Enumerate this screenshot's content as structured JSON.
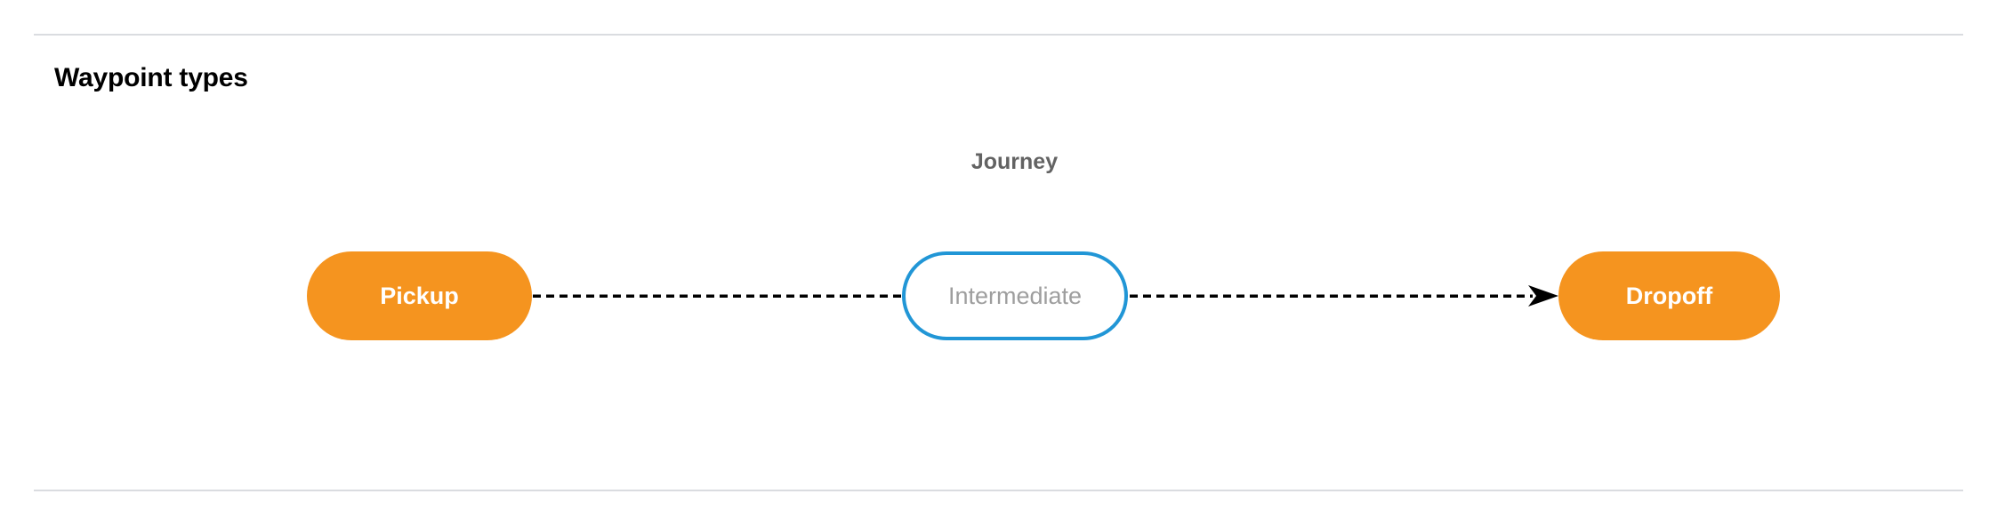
{
  "section": {
    "title": "Waypoint types"
  },
  "diagram": {
    "label": "Journey",
    "type": "flow",
    "nodes": [
      {
        "id": "pickup",
        "label": "Pickup",
        "style": "filled",
        "fill": "#f5941f",
        "text_color": "#ffffff"
      },
      {
        "id": "intermediate",
        "label": "Intermediate",
        "style": "outlined",
        "fill": "#ffffff",
        "border_color": "#2196d6",
        "text_color": "#9e9e9e"
      },
      {
        "id": "dropoff",
        "label": "Dropoff",
        "style": "filled",
        "fill": "#f5941f",
        "text_color": "#ffffff"
      }
    ],
    "edges": [
      {
        "from": "pickup",
        "to": "intermediate",
        "style": "dashed",
        "arrowhead": "none",
        "color": "#000000"
      },
      {
        "from": "intermediate",
        "to": "dropoff",
        "style": "dashed",
        "arrowhead": "arrow",
        "color": "#000000"
      }
    ]
  },
  "colors": {
    "divider": "#dadce0",
    "accent_orange": "#f5941f",
    "accent_blue": "#2196d6",
    "label_gray": "#636363",
    "muted_text": "#9e9e9e",
    "background": "#ffffff"
  }
}
